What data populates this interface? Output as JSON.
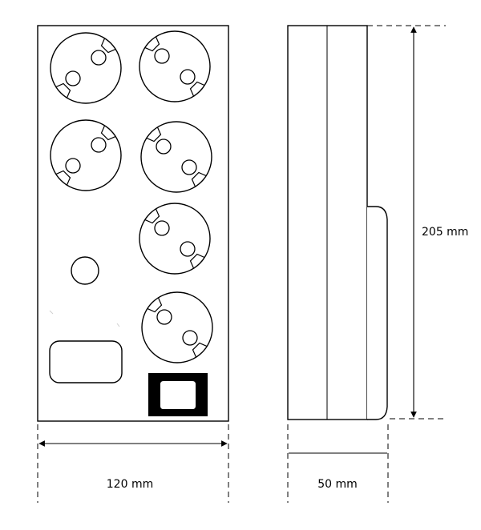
{
  "diagram": {
    "width_label": "120 mm",
    "depth_label": "50 mm",
    "height_label": "205 mm",
    "socket_count": 6
  },
  "colors": {
    "stroke": "#000000",
    "fill": "#ffffff"
  }
}
